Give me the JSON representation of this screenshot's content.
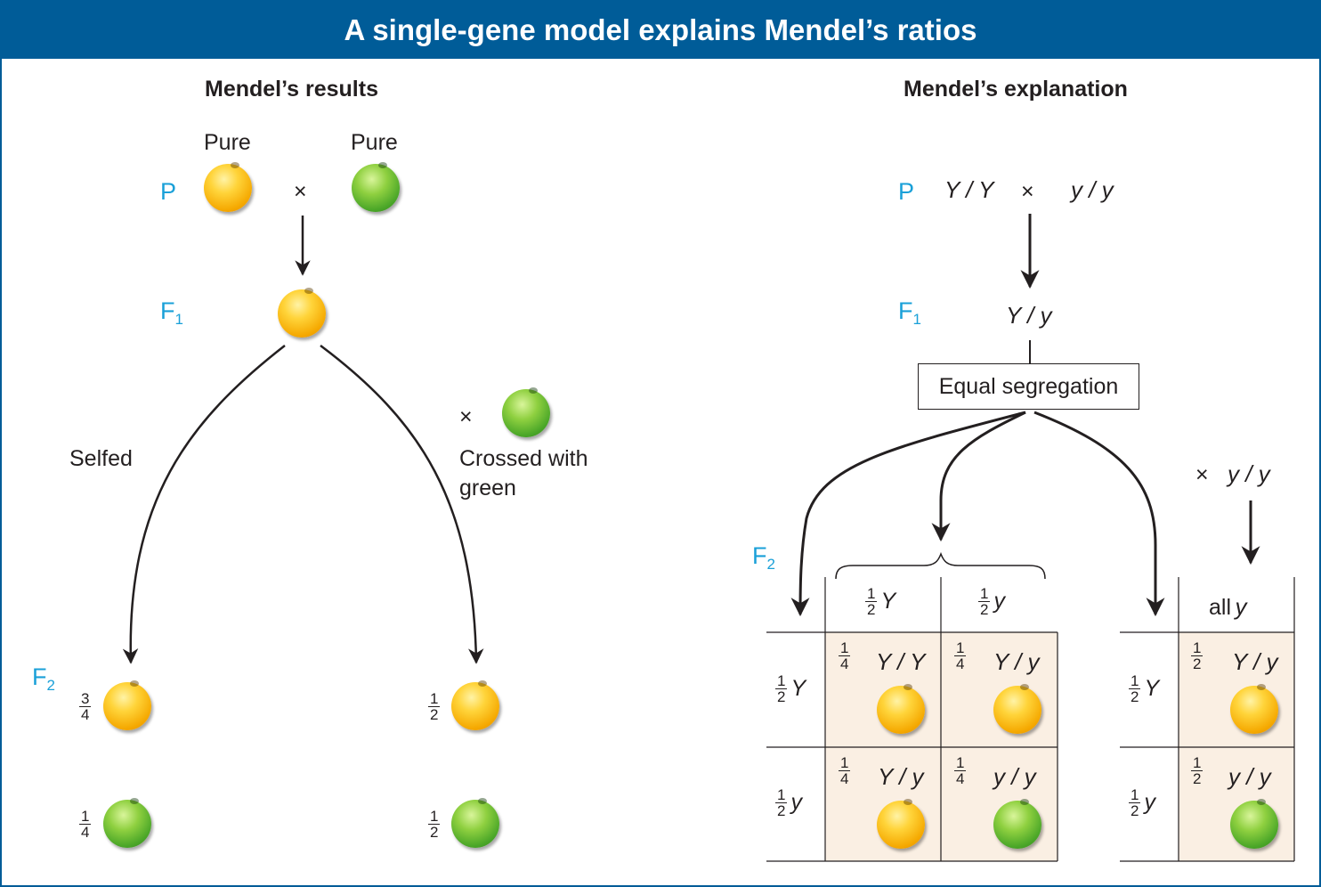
{
  "title": "A single-gene model explains Mendel’s ratios",
  "left": {
    "heading": "Mendel’s results",
    "pure_label_1": "Pure",
    "pure_label_2": "Pure",
    "p_label": "P",
    "f1_label": "F",
    "f1_sub": "1",
    "f2_label": "F",
    "f2_sub": "2",
    "cross_symbol": "×",
    "selfed_label": "Selfed",
    "crossed_line1": "Crossed with",
    "crossed_line2": "green",
    "cross_symbol_2": "×",
    "selfed_fractions": [
      {
        "num": "3",
        "den": "4"
      },
      {
        "num": "1",
        "den": "4"
      }
    ],
    "crossed_fractions": [
      {
        "num": "1",
        "den": "2"
      },
      {
        "num": "1",
        "den": "2"
      }
    ]
  },
  "right": {
    "heading": "Mendel’s explanation",
    "p_label": "P",
    "p_genotype_1": "Y / Y",
    "cross_symbol": "×",
    "p_genotype_2": "y / y",
    "f1_label": "F",
    "f1_sub": "1",
    "f1_genotype": "Y / y",
    "segregation_label": "Equal segregation",
    "f2_label": "F",
    "f2_sub": "2",
    "testcross_symbol": "×",
    "testcross_genotype": "y / y",
    "punnett_cols": [
      {
        "num": "1",
        "den": "2",
        "allele": "Y"
      },
      {
        "num": "1",
        "den": "2",
        "allele": "y"
      }
    ],
    "punnett_rows": [
      {
        "num": "1",
        "den": "2",
        "allele": "Y"
      },
      {
        "num": "1",
        "den": "2",
        "allele": "y"
      }
    ],
    "punnett_cells": [
      {
        "num": "1",
        "den": "4",
        "genotype": "Y / Y",
        "color": "yellow"
      },
      {
        "num": "1",
        "den": "4",
        "genotype": "Y / y",
        "color": "yellow"
      },
      {
        "num": "1",
        "den": "4",
        "genotype": "Y / y",
        "color": "yellow"
      },
      {
        "num": "1",
        "den": "4",
        "genotype": "y / y",
        "color": "green"
      }
    ],
    "testcross_col_prefix": "all",
    "testcross_col_allele": "y",
    "testcross_rows": [
      {
        "num": "1",
        "den": "2",
        "allele": "Y"
      },
      {
        "num": "1",
        "den": "2",
        "allele": "y"
      }
    ],
    "testcross_cells": [
      {
        "num": "1",
        "den": "2",
        "genotype": "Y / y",
        "color": "yellow"
      },
      {
        "num": "1",
        "den": "2",
        "genotype": "y / y",
        "color": "green"
      }
    ]
  },
  "colors": {
    "title_bar": "#005c98",
    "generation_label": "#1aa0d8",
    "cell_fill": "#faefe3",
    "yellow_pea": "#f5b400",
    "green_pea": "#5cb832"
  }
}
